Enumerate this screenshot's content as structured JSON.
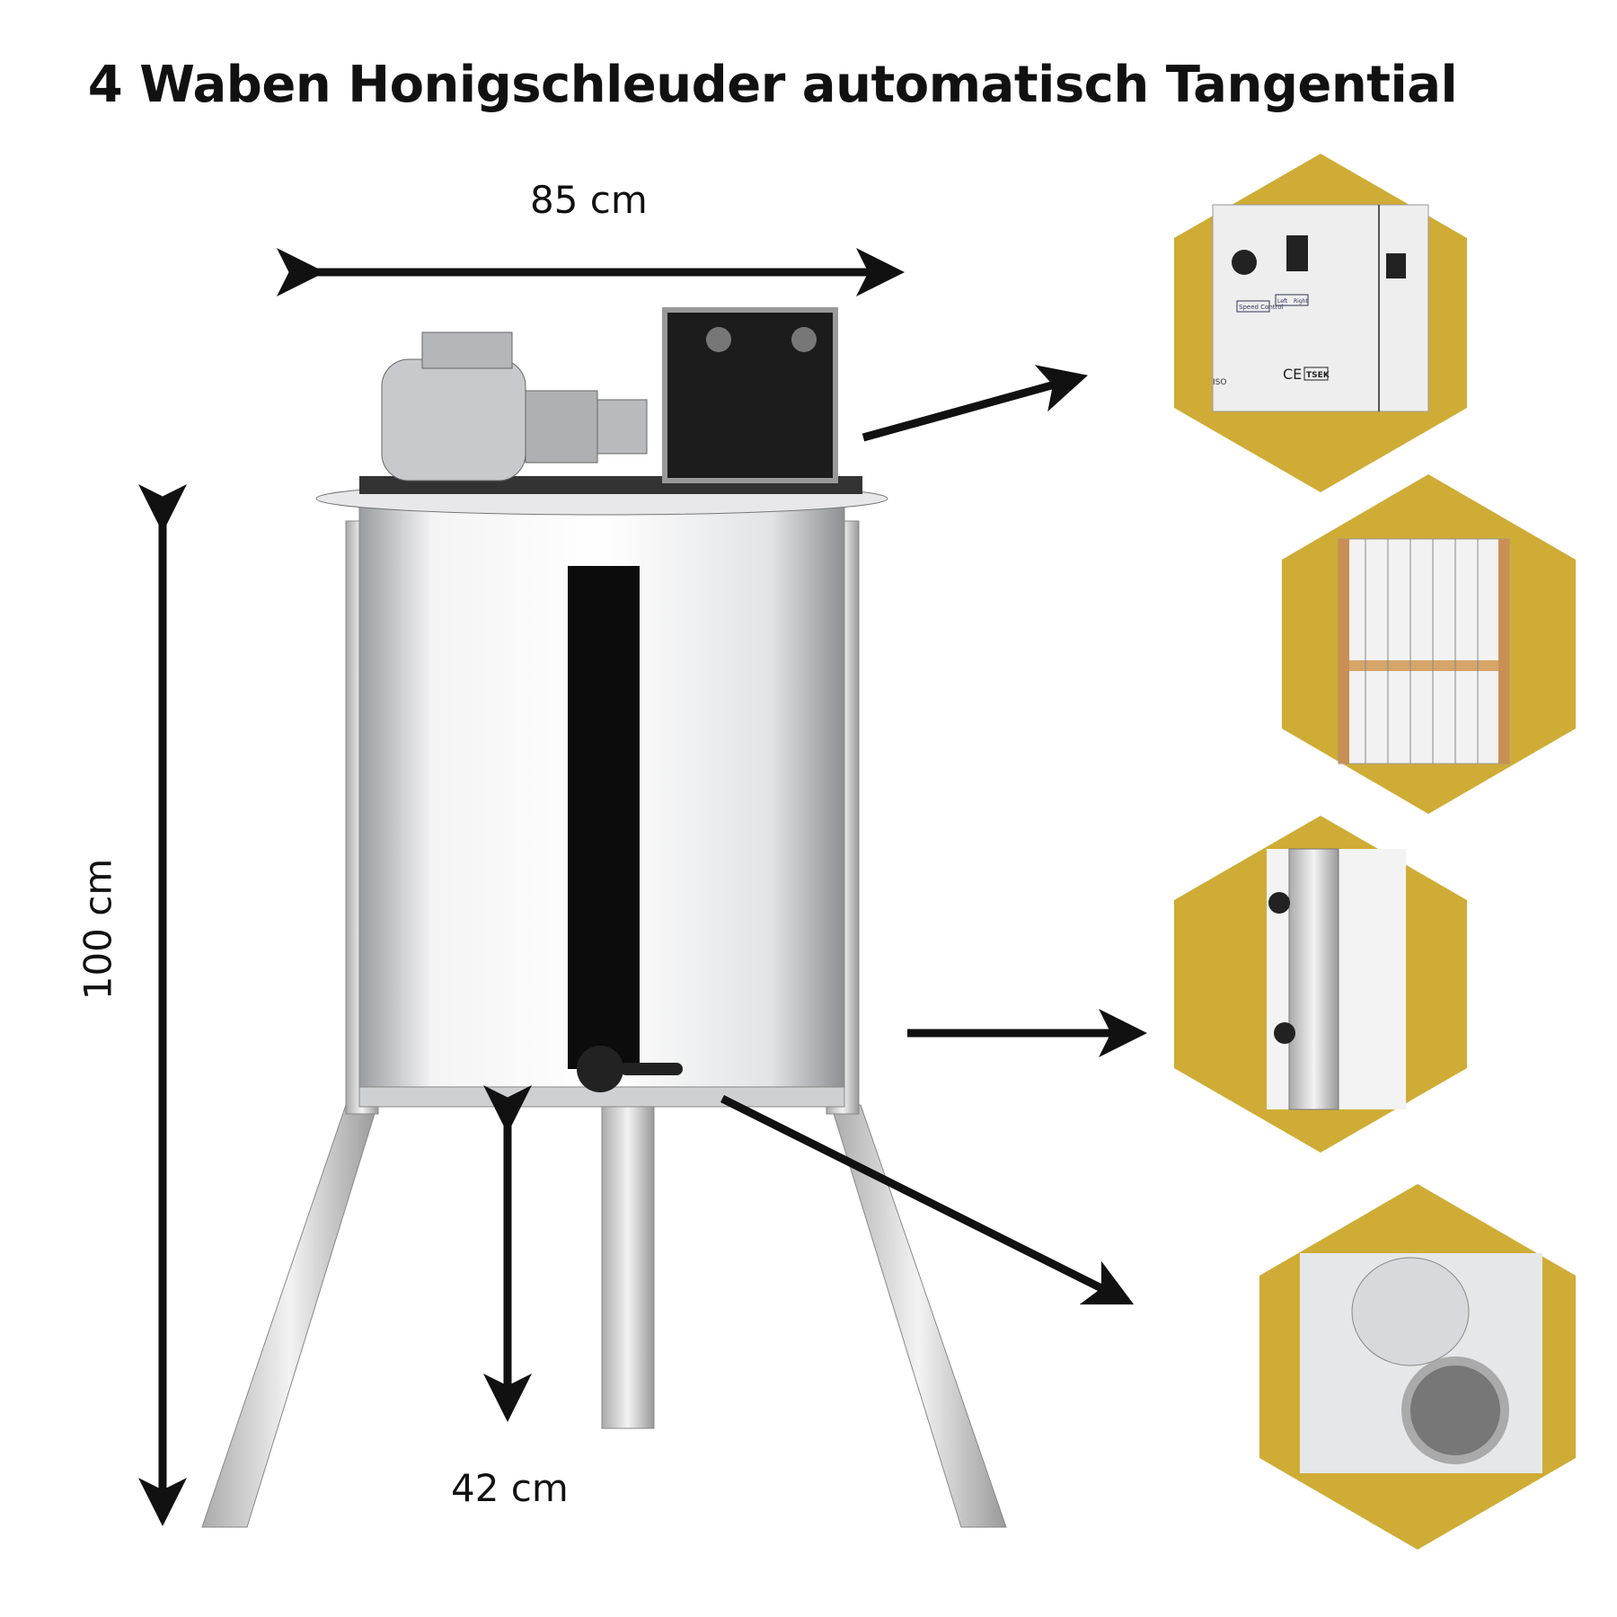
{
  "title": "4 Waben Honigschleuder automatisch Tangential",
  "dimensions": {
    "width": "85 cm",
    "height": "100 cm",
    "leg": "42 cm"
  },
  "control_box": {
    "label1": "Speed Control",
    "label2_left": "Left",
    "label2_right": "Right",
    "cert": "TSEK",
    "ce": "CE",
    "iso": "ISO"
  },
  "colors": {
    "hex": "#cfac35",
    "steel": "#d9dadc",
    "dark": "#111111"
  }
}
